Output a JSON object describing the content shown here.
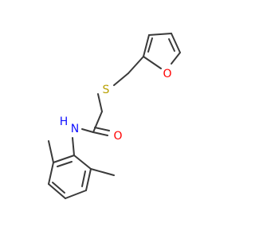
{
  "molecule": {
    "atoms": {
      "sulfur": {
        "symbol": "S",
        "color": "#b8a000"
      },
      "furan_oxygen": {
        "symbol": "O",
        "color": "#ff0000"
      },
      "carbonyl_oxygen": {
        "symbol": "O",
        "color": "#ff0000"
      },
      "amide_nitrogen": {
        "symbol": "N",
        "color": "#1010ff"
      },
      "amide_hydrogen": {
        "symbol": "H",
        "color": "#1010ff"
      }
    },
    "bond_color": "#3a3a3a",
    "background": "#ffffff"
  }
}
